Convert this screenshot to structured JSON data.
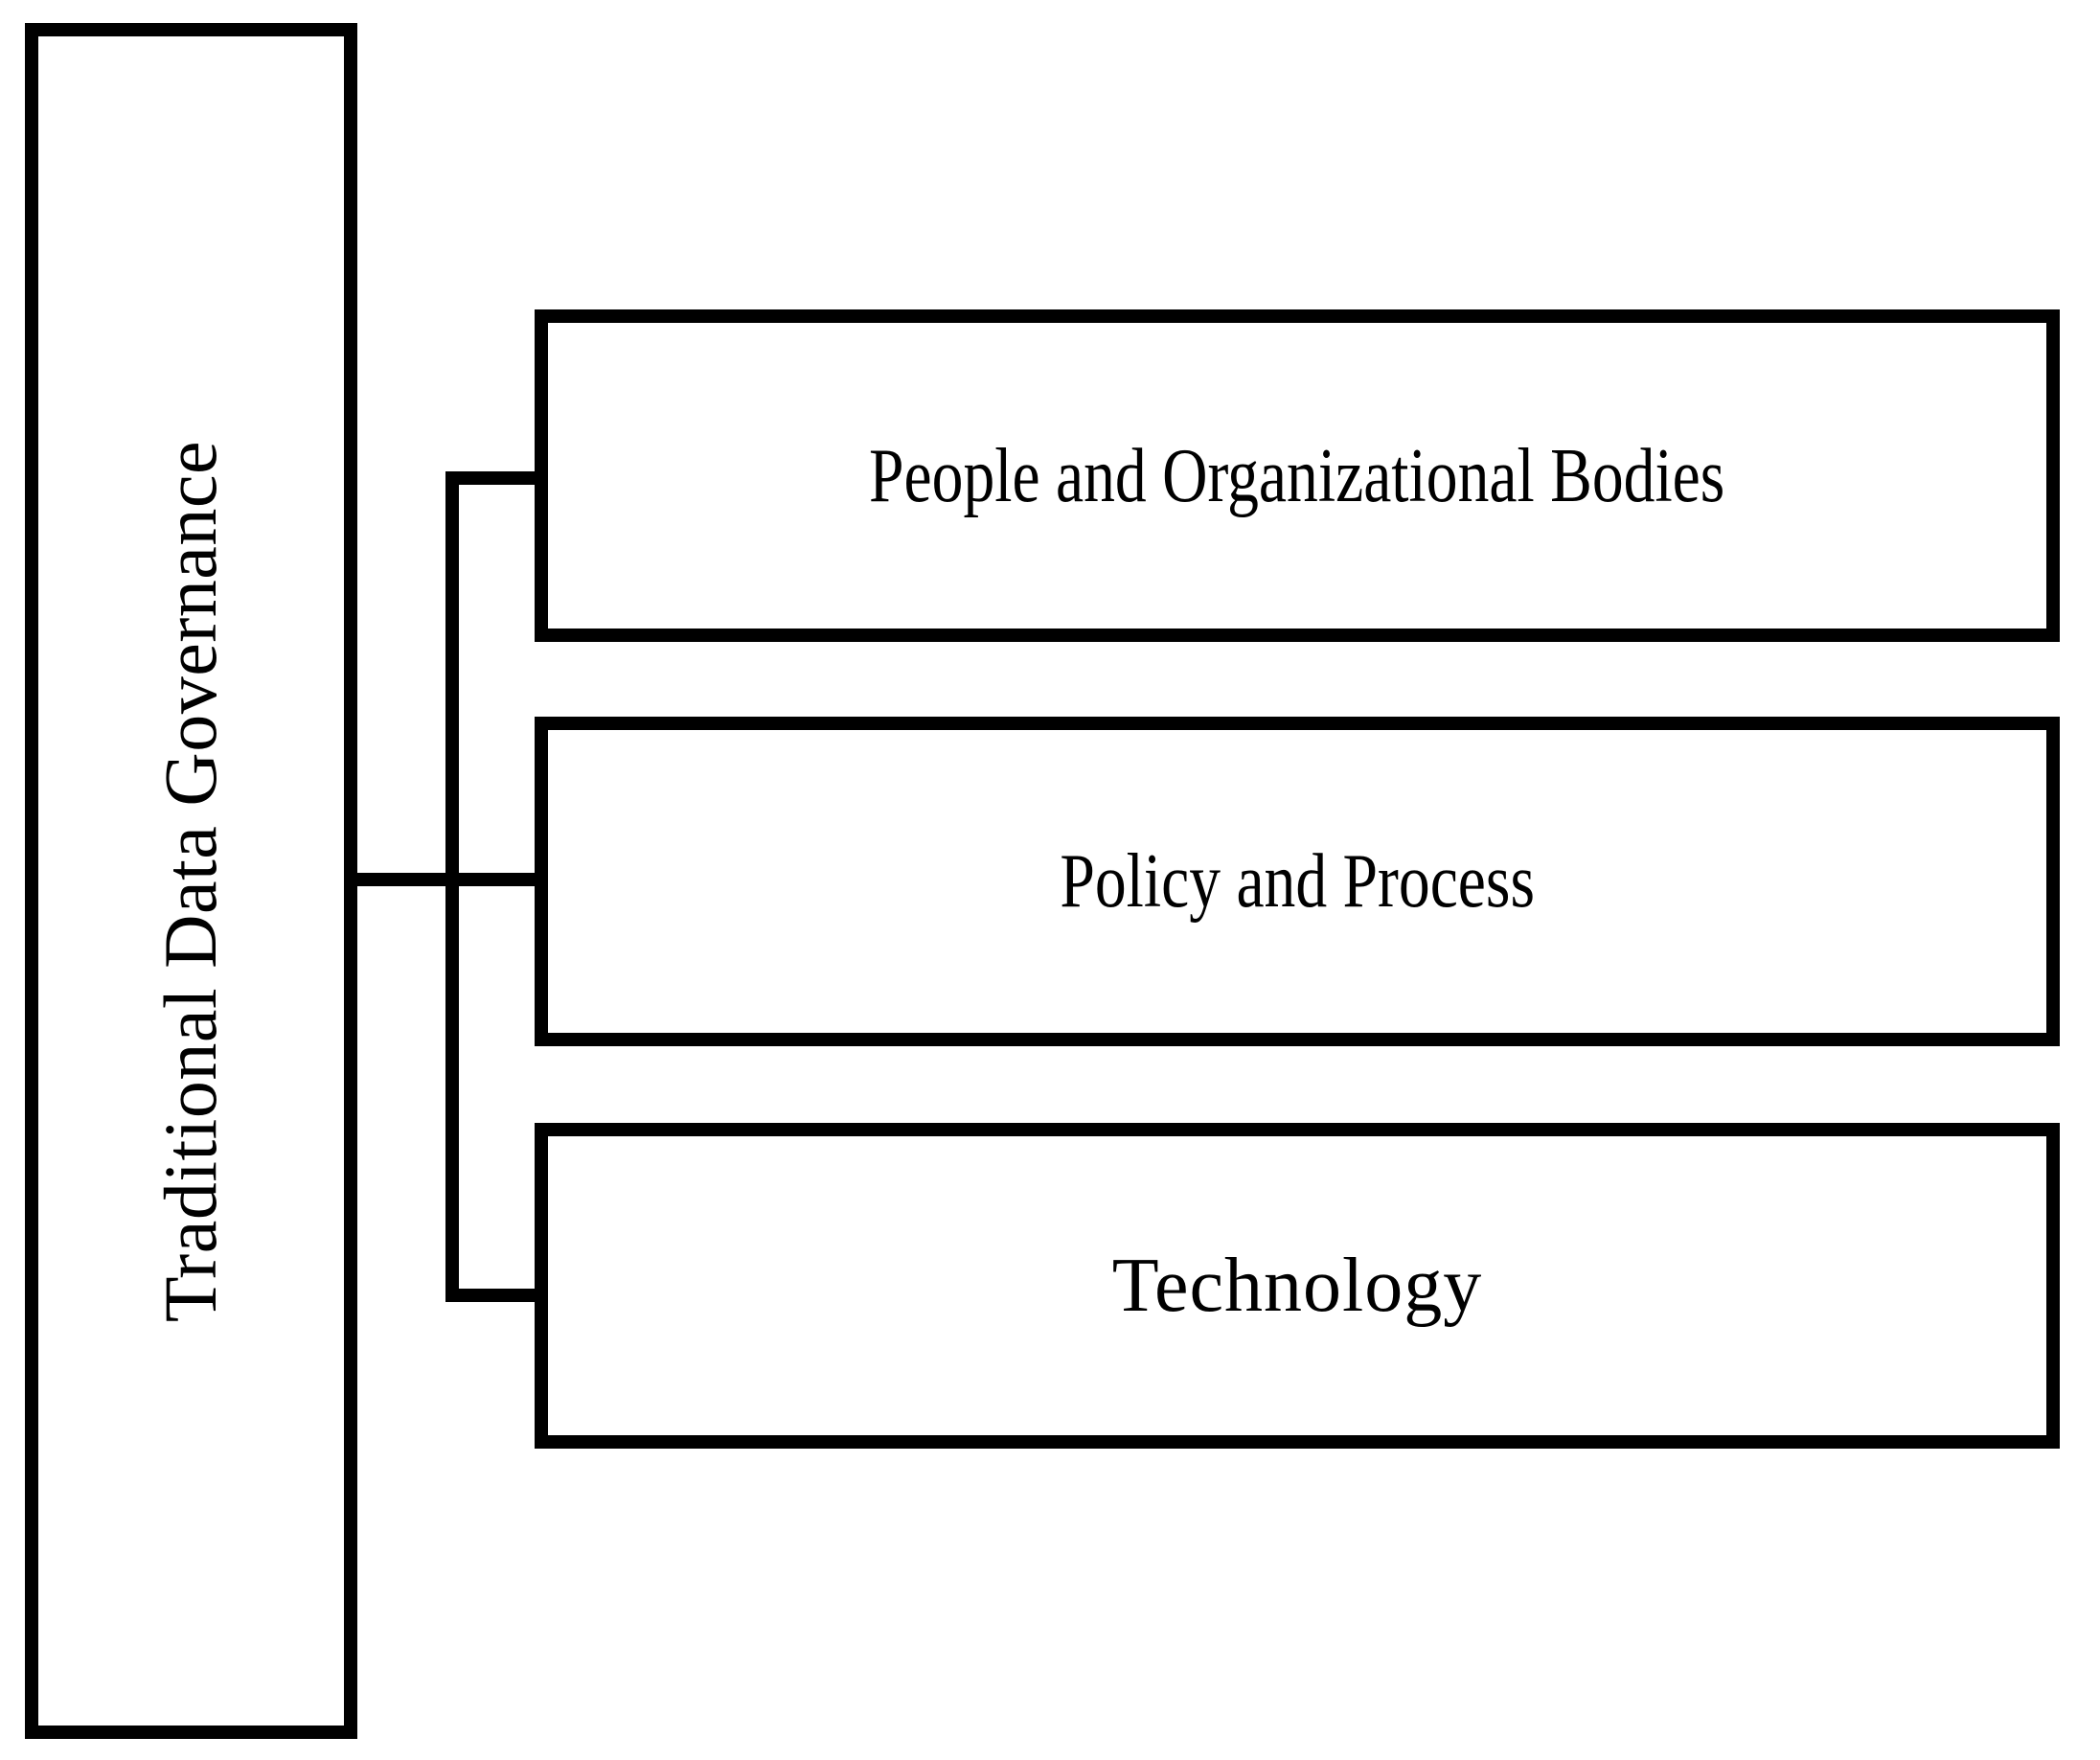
{
  "diagram": {
    "title": "Traditional Data Governance",
    "type": "hierarchy-tree",
    "orientation": "left-root-horizontal",
    "line_color": "#000000",
    "box_border_color": "#000000",
    "background_color": "#FFFFFF",
    "text_color": "#000000",
    "root": {
      "label": "Traditional Data Governance",
      "text_orientation": "vertical-bottom-to-top"
    },
    "branches": [
      {
        "label": "People and Organizational Bodies"
      },
      {
        "label": "Policy and Process"
      },
      {
        "label": "Technology"
      }
    ]
  }
}
